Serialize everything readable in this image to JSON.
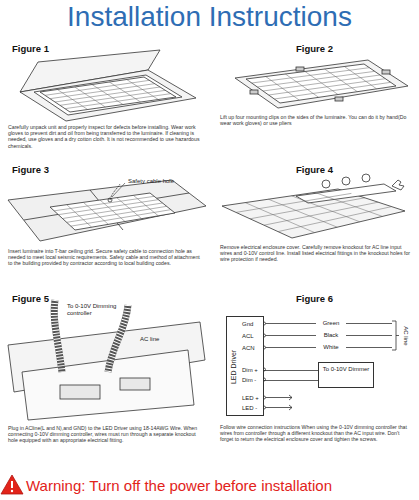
{
  "diagram": {
    "title": "Installation Instructions",
    "nodes": [
      {
        "text": [
          "LED Driver",
          "Gnd",
          "ACL",
          "ACN",
          "Dim +",
          "Dim -",
          "LED +",
          "LED -"
        ]
      },
      {
        "text": [
          "To 0-10V Dimmer"
        ]
      }
    ],
    "edges": [
      {
        "from": 0,
        "to": 1,
        "arrow": "none"
      },
      {
        "from": 0,
        "to": 1,
        "arrow": "none"
      }
    ],
    "labels": [
      "Figure 1",
      "Carefully unpack unit and properly inspect for defects before installing. Wear work gloves to prevent dirt and oil from being transferred to the luminaire. If cleaning is needed, use gloves and a dry cotton cloth. It is not recommended to use hazardous chemicals.",
      "Figure 2",
      "Lift up four mounting clips on the sides of the luminaire. You can do it by hand(Do wear work gloves) or use pliers",
      "Figure 3",
      "Safety cable hole",
      "Insert luminaire into T-bar ceiling grid. Secure safety cable to connection hole as needed to meet local seismic requirements. Safety cable and method of attachment to the building provided by contractor according to local building codes.",
      "Figure 4",
      "Remove electrical enclosure cover. Carefully remove knockout for AC line input wires and 0-10V control line. Install listed electrical fittings in the knockout holes for wire protection if needed.",
      "Figure 5",
      "To 0-10V Dimming controller",
      "AC line",
      "Plug in ACline(L and N),and GND) to the LED Driver using 18-14AWG Wire. When connecting 0-10V dimming controller, wires must run through a separate knockout hole equipped with an appropriate electrical fitting.",
      "Figure 6",
      "Green",
      "Black",
      "White",
      "AC line",
      "Follow wire connection instructions When using the 0-10V dimming controller that wires from controller through a different knockout than the AC input wire. Don't forget to return the electrical enclosure cover and tighten the screws.",
      "Warning: Turn off the power before installation"
    ]
  }
}
